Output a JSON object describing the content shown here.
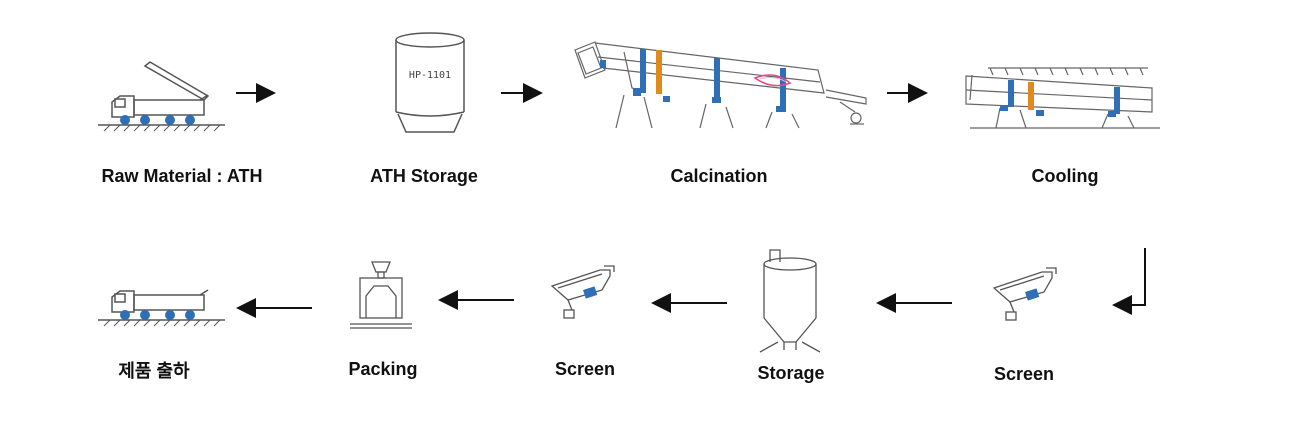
{
  "steps": {
    "raw_material": "Raw Material : ATH",
    "ath_storage": "ATH Storage",
    "calcination": "Calcination",
    "cooling": "Cooling",
    "screen_1": "Screen",
    "storage": "Storage",
    "screen_2": "Screen",
    "packing": "Packing",
    "shipment": "제품 출하"
  },
  "tank_tag": "HP-1101",
  "colors": {
    "line": "#444444",
    "blue_accent": "#2f6fb5",
    "orange_band": "#e08a1e",
    "flame": "#e04a8a"
  }
}
